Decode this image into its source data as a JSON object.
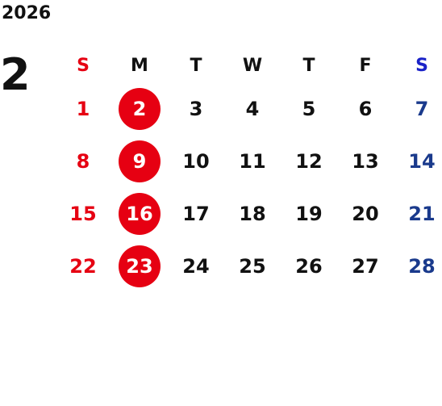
{
  "calendar": {
    "year": "2026",
    "month": "2",
    "weekdays": [
      "S",
      "M",
      "T",
      "W",
      "T",
      "F",
      "S"
    ],
    "weeks": [
      [
        "1",
        "2",
        "3",
        "4",
        "5",
        "6",
        "7"
      ],
      [
        "8",
        "9",
        "10",
        "11",
        "12",
        "13",
        "14"
      ],
      [
        "15",
        "16",
        "17",
        "18",
        "19",
        "20",
        "21"
      ],
      [
        "22",
        "23",
        "24",
        "25",
        "26",
        "27",
        "28"
      ]
    ],
    "highlighted_days": [
      "2",
      "9",
      "16",
      "23"
    ],
    "colors": {
      "sunday": "#e60012",
      "saturday": "#1a3a8c",
      "saturday_header": "#1a22c8",
      "weekday": "#111111",
      "highlight_fill": "#e60012",
      "highlight_text": "#ffffff"
    }
  }
}
